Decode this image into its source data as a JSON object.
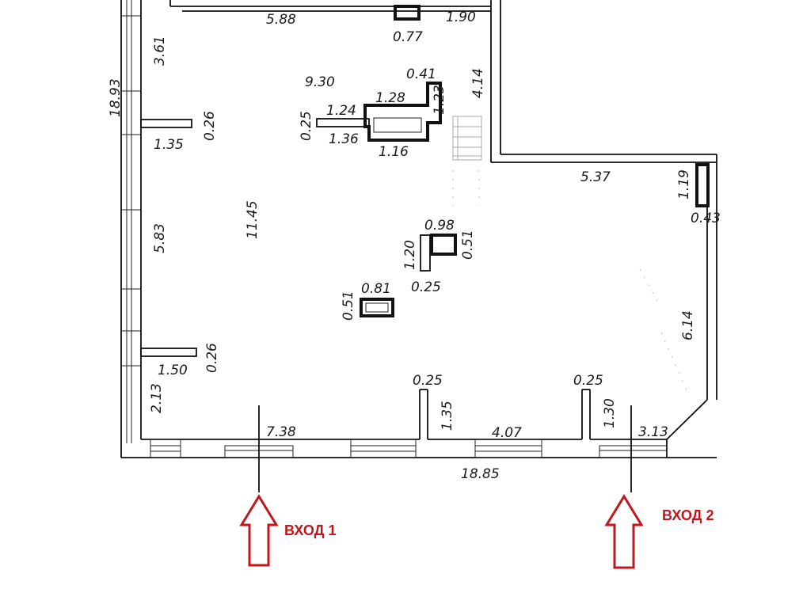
{
  "dimensions": [
    {
      "key": "top_left_wall",
      "text": "5.88"
    },
    {
      "key": "top_niche_width",
      "text": "0.77"
    },
    {
      "key": "top_right_wall",
      "text": "1.90"
    },
    {
      "key": "left_upper_window_wall",
      "text": "3.61"
    },
    {
      "key": "left_total",
      "text": "18.93"
    },
    {
      "key": "upper_partition_thickness",
      "text": "0.26"
    },
    {
      "key": "upper_partition_length",
      "text": "1.35"
    },
    {
      "key": "left_middle_wall",
      "text": "5.83"
    },
    {
      "key": "lower_partition_thickness",
      "text": "0.26"
    },
    {
      "key": "lower_partition_length",
      "text": "1.50"
    },
    {
      "key": "left_lower_wall",
      "text": "2.13"
    },
    {
      "key": "room_depth",
      "text": "11.45"
    },
    {
      "key": "inner_width",
      "text": "9.30"
    },
    {
      "key": "column_top_thickness",
      "text": "0.41"
    },
    {
      "key": "column_top_width",
      "text": "1.28"
    },
    {
      "key": "column_height",
      "text": "1.23"
    },
    {
      "key": "column_arm_width",
      "text": "1.24"
    },
    {
      "key": "column_arm_thickness",
      "text": "0.25"
    },
    {
      "key": "column_mid_width",
      "text": "1.36"
    },
    {
      "key": "column_bottom_width",
      "text": "1.16"
    },
    {
      "key": "stair_wall",
      "text": "4.14"
    },
    {
      "key": "right_upper_wall",
      "text": "5.37"
    },
    {
      "key": "right_niche_height",
      "text": "1.19"
    },
    {
      "key": "right_niche_width",
      "text": "0.43"
    },
    {
      "key": "right_lower_wall",
      "text": "6.14"
    },
    {
      "key": "pillar_top",
      "text": "0.98"
    },
    {
      "key": "pillar_side",
      "text": "0.51"
    },
    {
      "key": "pillar_height",
      "text": "1.20"
    },
    {
      "key": "pillar_stem",
      "text": "0.25"
    },
    {
      "key": "box_width",
      "text": "0.81"
    },
    {
      "key": "box_height",
      "text": "0.51"
    },
    {
      "key": "pier1_width",
      "text": "0.25"
    },
    {
      "key": "pier1_depth",
      "text": "1.35"
    },
    {
      "key": "pier2_width",
      "text": "0.25"
    },
    {
      "key": "pier2_depth",
      "text": "1.30"
    },
    {
      "key": "bottom_left_segment",
      "text": "7.38"
    },
    {
      "key": "bottom_middle_segment",
      "text": "4.07"
    },
    {
      "key": "bottom_right_segment",
      "text": "3.13"
    },
    {
      "key": "bottom_total",
      "text": "18.85"
    }
  ],
  "entrances": [
    {
      "label": "ВХОД 1"
    },
    {
      "label": "ВХОД 2"
    }
  ],
  "colors": {
    "walls": "#111111",
    "entrance": "#c0171d"
  }
}
